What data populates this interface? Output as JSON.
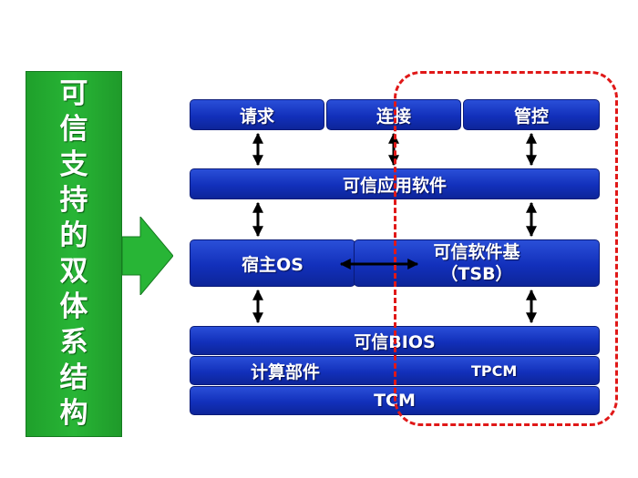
{
  "sidebar": {
    "chars": [
      "可",
      "信",
      "支",
      "持",
      "的",
      "双",
      "体",
      "系",
      "结",
      "构"
    ]
  },
  "top_row": {
    "request": "请求",
    "connect": "连接",
    "control": "管控"
  },
  "layers": {
    "trusted_app": "可信应用软件",
    "host_os": "宿主OS",
    "tsb_line1": "可信软件基",
    "tsb_line2": "（TSB）",
    "trusted_bios": "可信BIOS",
    "compute": "计算部件",
    "tpcm": "TPCM",
    "tcm": "TCM"
  },
  "colors": {
    "sidebar_green": "#28b536",
    "box_blue": "#1230bb",
    "dashed_red": "#e01818",
    "arrow_black": "#000000"
  }
}
